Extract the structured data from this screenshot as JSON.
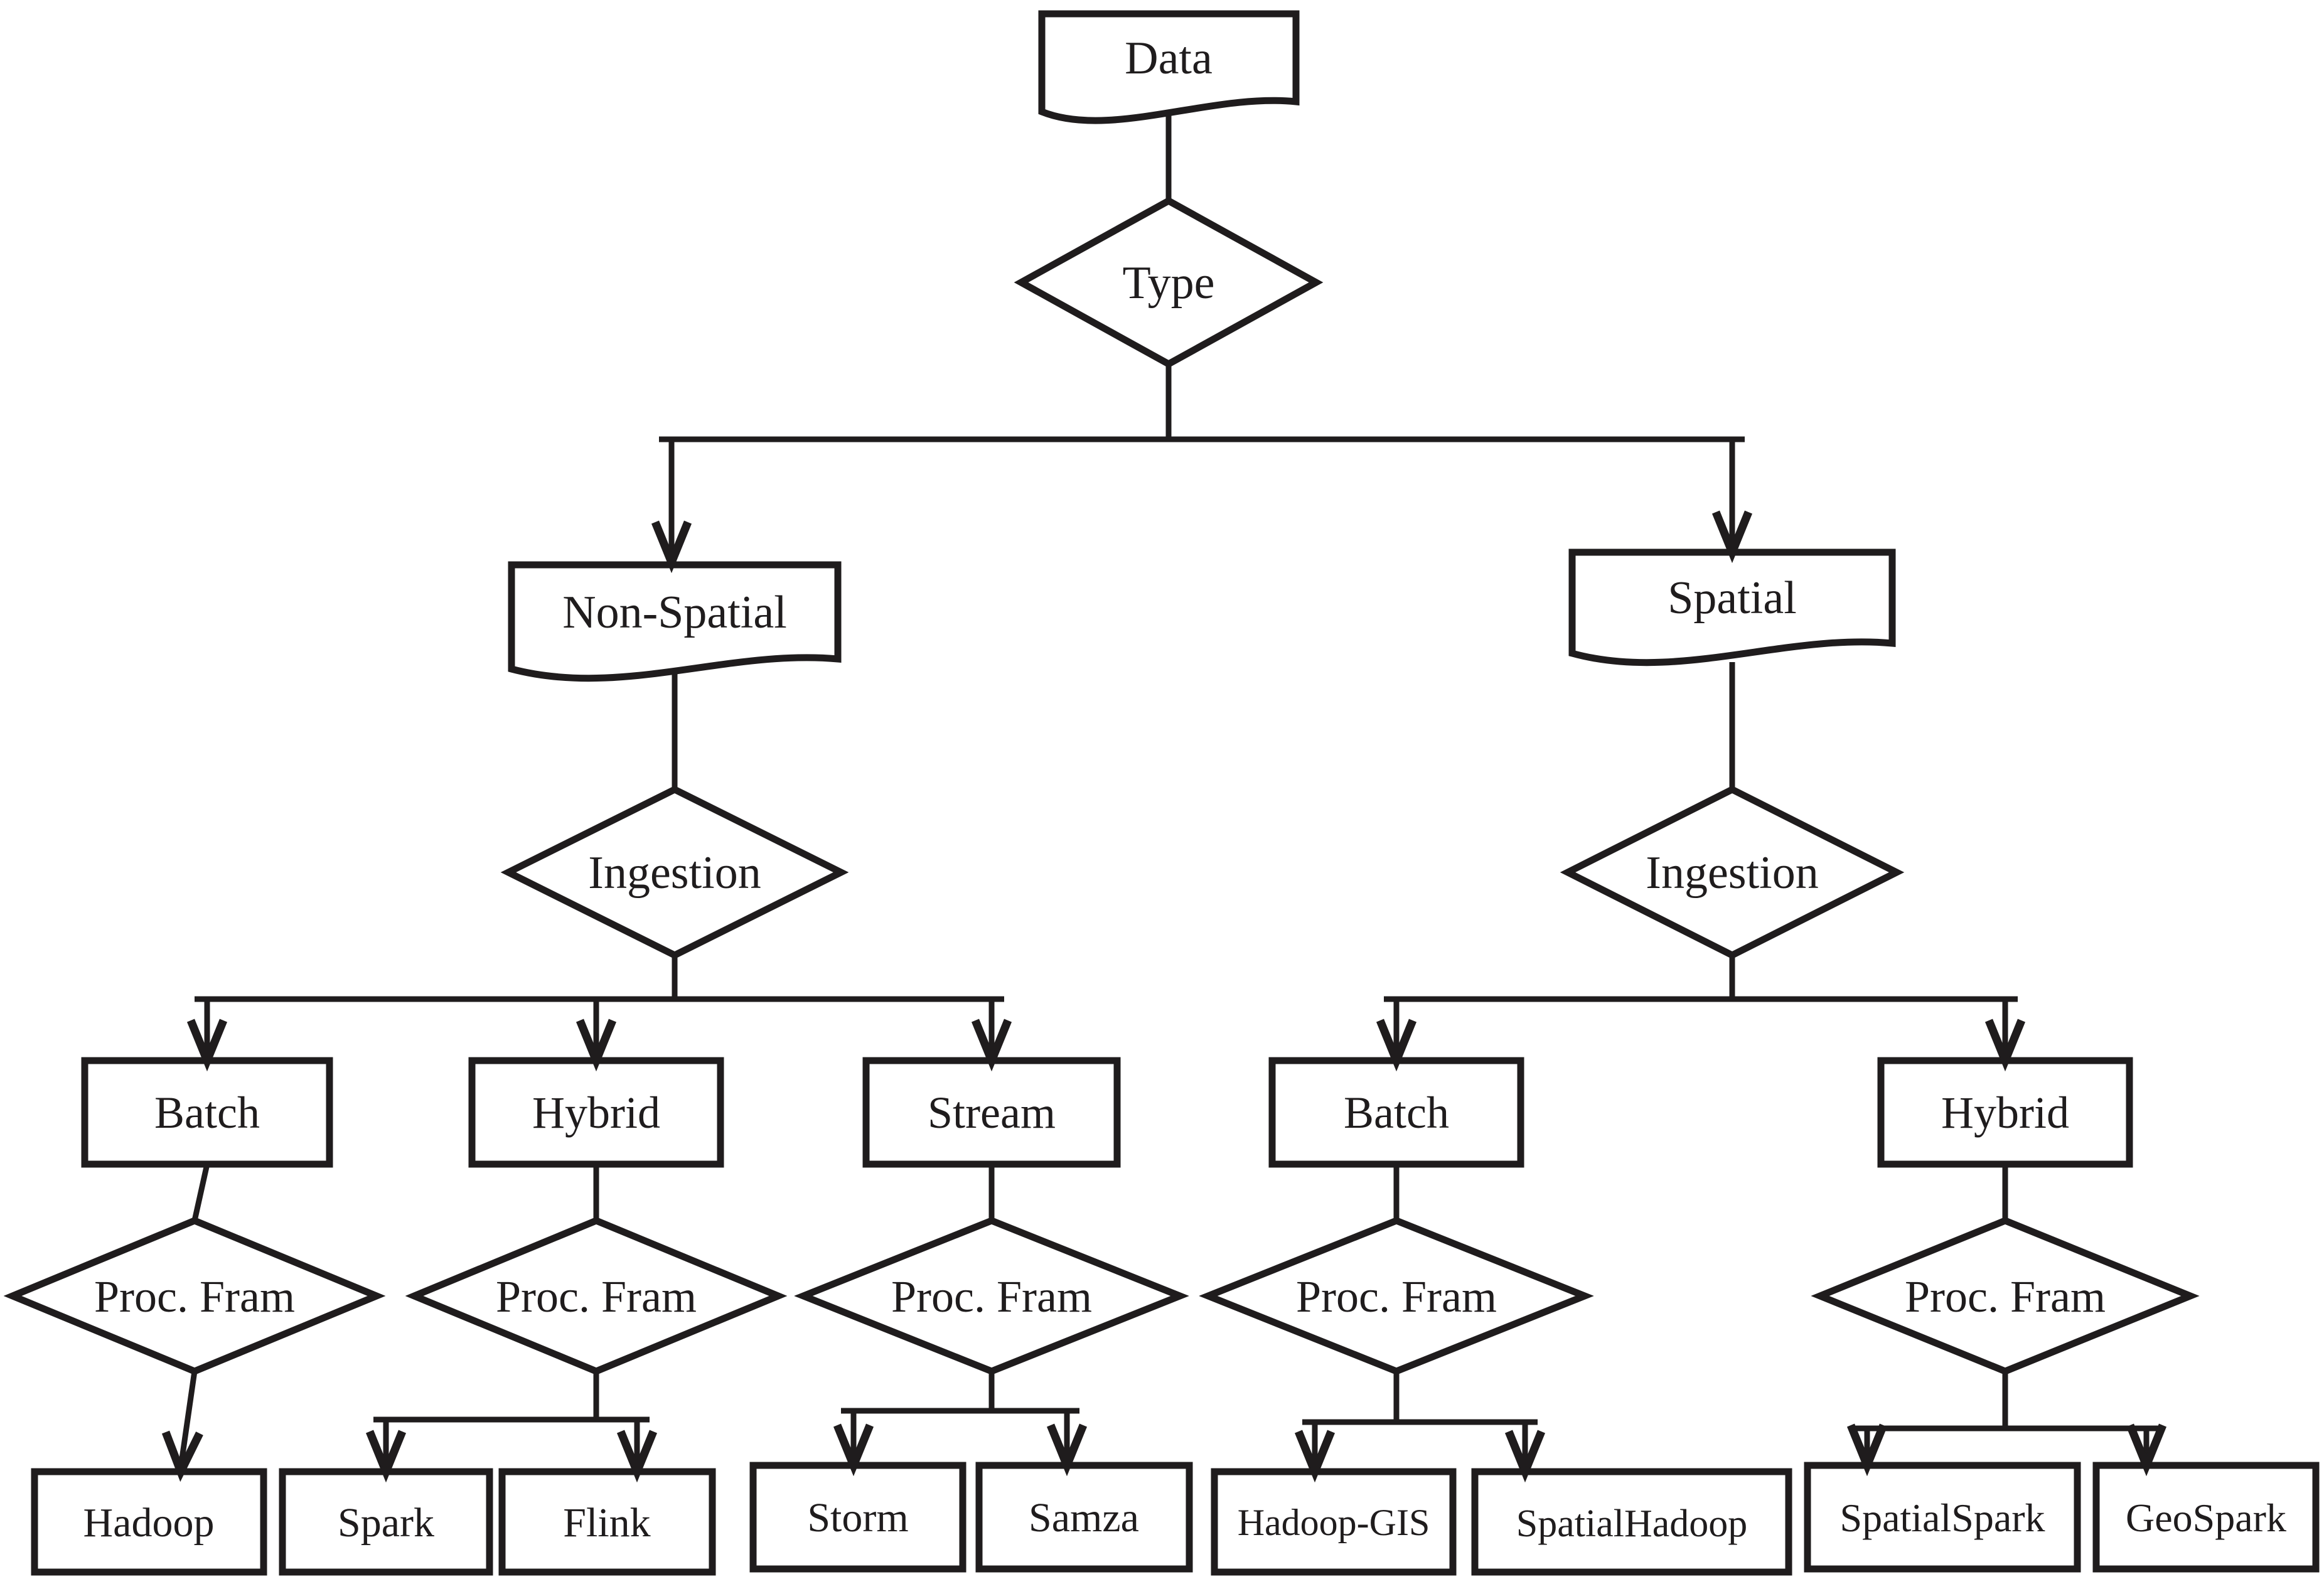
{
  "figure": {
    "background_color": "#ffffff",
    "ink_color": "#1f1c1d",
    "root": {
      "label": "Data",
      "shape": "document"
    },
    "decision_type": {
      "label": "Type",
      "shape": "decision"
    },
    "branches": {
      "non_spatial": {
        "label": "Non-Spatial",
        "shape": "document",
        "decision": {
          "label": "Ingestion",
          "shape": "decision"
        },
        "children": [
          {
            "label": "Batch",
            "shape": "process",
            "decision": {
              "label": "Proc. Fram",
              "shape": "decision"
            },
            "leaves": [
              {
                "label": "Hadoop"
              }
            ]
          },
          {
            "label": "Hybrid",
            "shape": "process",
            "decision": {
              "label": "Proc. Fram",
              "shape": "decision"
            },
            "leaves": [
              {
                "label": "Spark"
              },
              {
                "label": "Flink"
              }
            ]
          },
          {
            "label": "Stream",
            "shape": "process",
            "decision": {
              "label": "Proc. Fram",
              "shape": "decision"
            },
            "leaves": [
              {
                "label": "Storm"
              },
              {
                "label": "Samza"
              }
            ]
          }
        ]
      },
      "spatial": {
        "label": "Spatial",
        "shape": "document",
        "decision": {
          "label": "Ingestion",
          "shape": "decision"
        },
        "children": [
          {
            "label": "Batch",
            "shape": "process",
            "decision": {
              "label": "Proc. Fram",
              "shape": "decision"
            },
            "leaves": [
              {
                "label": "Hadoop-GIS"
              },
              {
                "label": "SpatialHadoop"
              }
            ]
          },
          {
            "label": "Hybrid",
            "shape": "process",
            "decision": {
              "label": "Proc. Fram",
              "shape": "decision"
            },
            "leaves": [
              {
                "label": "SpatialSpark"
              },
              {
                "label": "GeoSpark"
              }
            ]
          }
        ]
      }
    }
  }
}
